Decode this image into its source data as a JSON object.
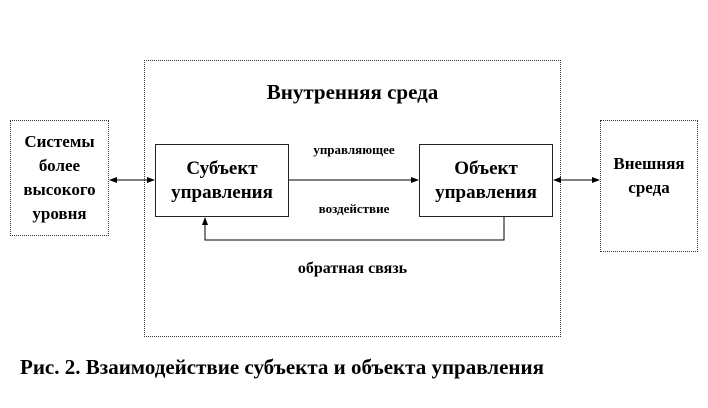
{
  "diagram": {
    "inner_env_title": "Внутренняя среда",
    "higher_systems": [
      "Системы",
      "более",
      "высокого",
      "уровня"
    ],
    "external_env": [
      "Внешняя",
      "среда"
    ],
    "subject": [
      "Субъект",
      "управления"
    ],
    "object": [
      "Объект",
      "управления"
    ],
    "control_label_top": "управляющее",
    "control_label_bottom": "воздействие",
    "feedback_label": "обратная связь",
    "caption": "Рис. 2. Взаимодействие субъекта и объекта управления"
  }
}
